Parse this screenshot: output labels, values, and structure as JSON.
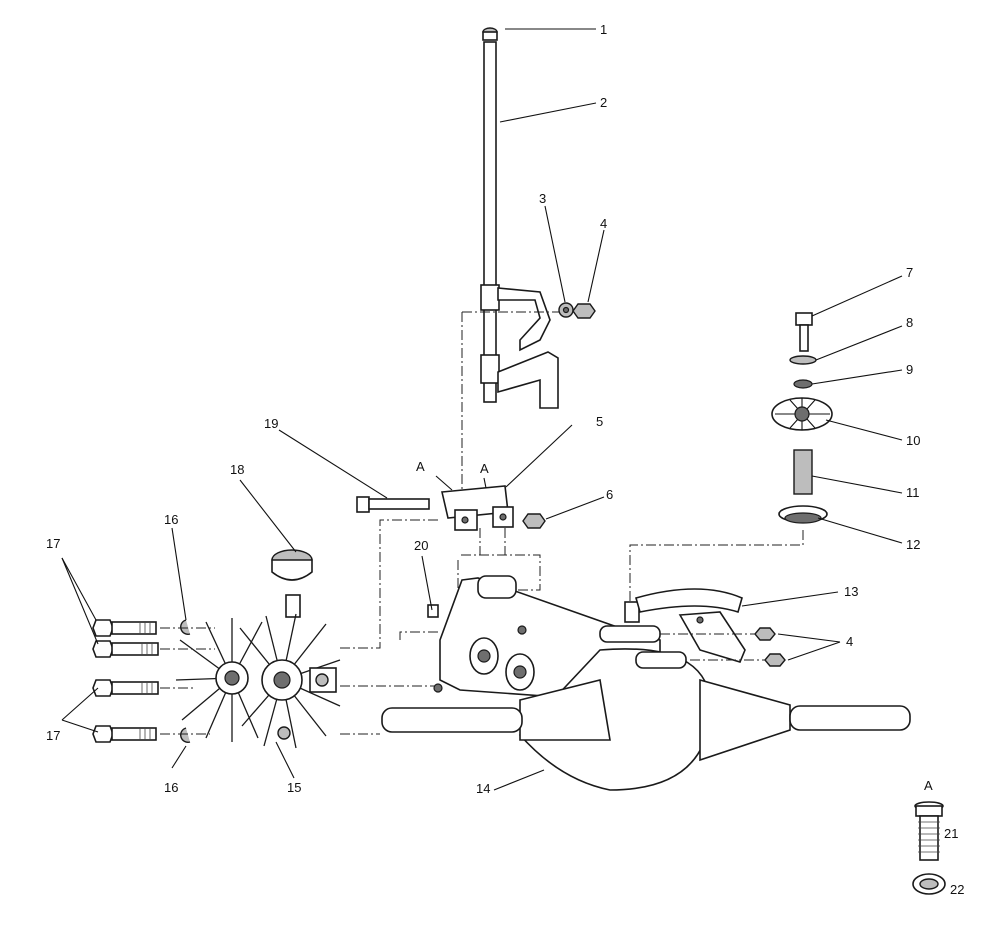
{
  "callouts": [
    "1",
    "2",
    "3",
    "4",
    "7",
    "8",
    "9",
    "5",
    "10",
    "19",
    "6",
    "18",
    "11",
    "12",
    "17",
    "16",
    "20",
    "13",
    "4",
    "17",
    "16",
    "15",
    "14",
    "21",
    "22"
  ],
  "section_marks": {
    "a_left": "A",
    "a_right": "A",
    "detail": "A"
  }
}
